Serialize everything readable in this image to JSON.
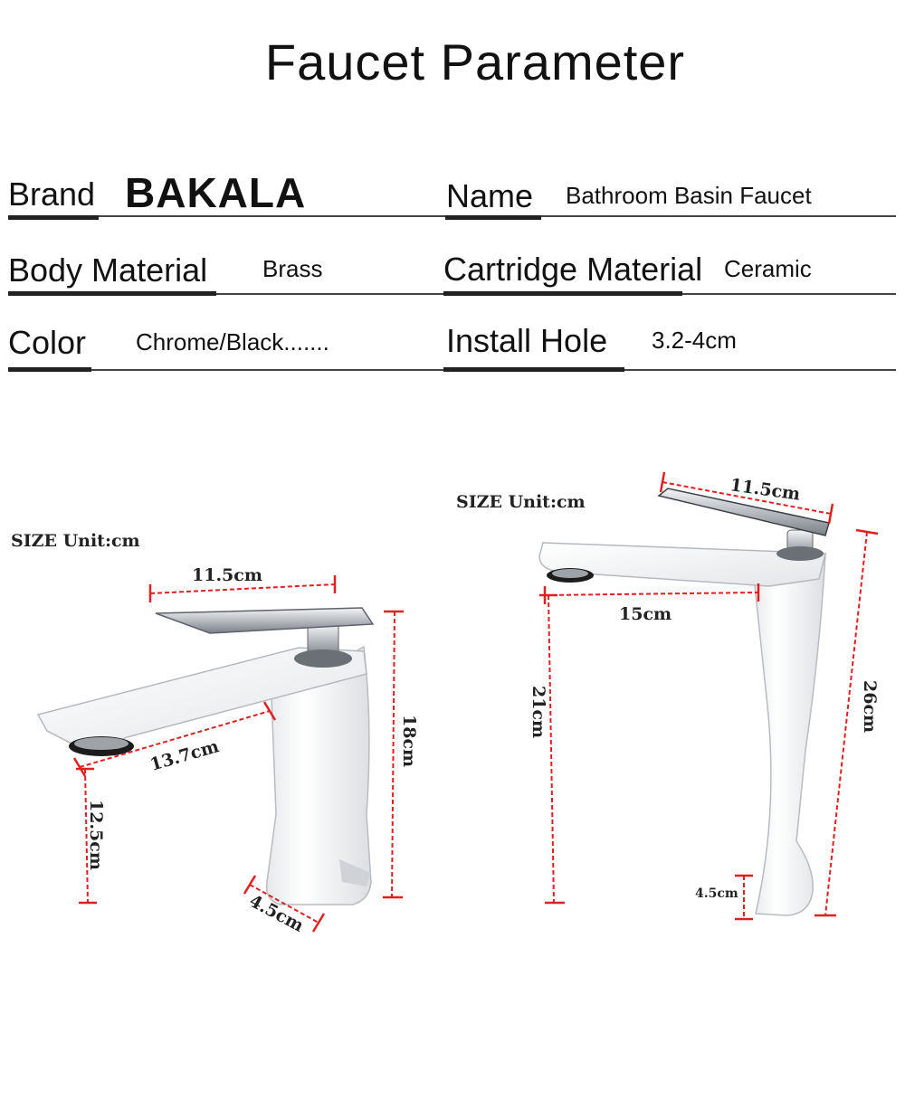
{
  "title": "Faucet Parameter",
  "params": {
    "brand_label": "Brand",
    "brand_value": "BAKALA",
    "name_label": "Name",
    "name_value": "Bathroom Basin Faucet",
    "body_label": "Body Material",
    "body_value": "Brass",
    "cartridge_label": "Cartridge Material",
    "cartridge_value": "Ceramic",
    "color_label": "Color",
    "color_value": "Chrome/Black.......",
    "hole_label": "Install Hole",
    "hole_value": "3.2-4cm"
  },
  "short_faucet": {
    "size_label": "SIZE Unit:cm",
    "handle_width": "11.5cm",
    "spout_length": "13.7cm",
    "height": "18cm",
    "spout_height": "12.5cm",
    "base_width": "4.5cm"
  },
  "tall_faucet": {
    "size_label": "SIZE Unit:cm",
    "handle_width": "11.5cm",
    "spout_length": "15cm",
    "spout_height": "21cm",
    "height": "26cm",
    "base_width": "4.5cm"
  },
  "colors": {
    "dimension_line": "#e02020",
    "chrome": "#c9ccd0",
    "body": "#ffffff"
  }
}
